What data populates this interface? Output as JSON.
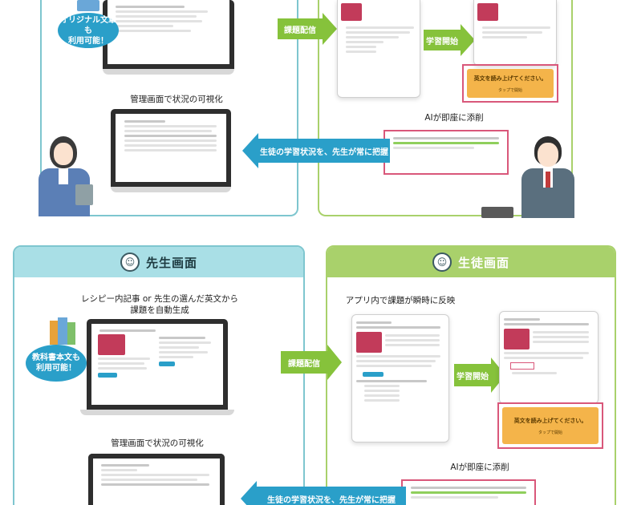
{
  "top": {
    "bubble_text": "オリジナル文章も\n利用可能！",
    "caption_admin": "管理画面で状況の可視化",
    "arrow_assign": "課題配信",
    "arrow_start": "学習開始",
    "caption_ai": "AIが即座に添削",
    "arrow_progress": "生徒の学習状況を、先生が常に把握"
  },
  "teacher_panel": {
    "title": "先生画面",
    "caption_generate": "レシピー内記事 or 先生の選んだ英文から\n課題を自動生成",
    "bubble_text": "教科書本文も\n利用可能！",
    "caption_admin": "管理画面で状況の可視化"
  },
  "student_panel": {
    "title": "生徒画面",
    "caption_reflect": "アプリ内で課題が瞬時に反映",
    "caption_ai": "AIが即座に添削"
  },
  "arrows": {
    "assign": "課題配信",
    "start": "学習開始",
    "progress": "生徒の学習状況を、先生が常に把握"
  },
  "colors": {
    "teacher_accent": "#7ec6cf",
    "student_accent": "#a9d16b",
    "arrow_green": "#86c23b",
    "arrow_blue": "#2a9fc9",
    "highlight_pink": "#d9577a",
    "card_orange": "#f4b44a"
  }
}
